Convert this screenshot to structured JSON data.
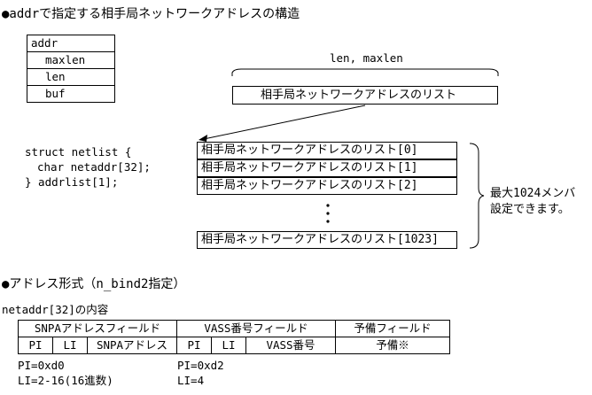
{
  "section1": {
    "title": "●addrで指定する相手局ネットワークアドレスの構造",
    "addr_struct": [
      "addr",
      "maxlen",
      "len",
      "buf"
    ],
    "len_label": "len, maxlen",
    "list_label": "相手局ネットワークアドレスのリスト",
    "code": [
      "struct netlist {",
      "char netaddr[32];",
      "} addrlist[1];"
    ],
    "entries": [
      "相手局ネットワークアドレスのリスト[0]",
      "相手局ネットワークアドレスのリスト[1]",
      "相手局ネットワークアドレスのリスト[2]"
    ],
    "last_entry": "相手局ネットワークアドレスのリスト[1023]",
    "note": [
      "最大1024メンバ",
      "設定できます。"
    ]
  },
  "section2": {
    "title": "●アドレス形式（n_bind2指定）",
    "subtitle": "netaddr[32]の内容",
    "header_row": [
      "SNPAアドレスフィールド",
      "VASS番号フィールド",
      "予備フィールド"
    ],
    "sub_row": [
      "PI",
      "LI",
      "SNPAアドレス",
      "PI",
      "LI",
      "VASS番号",
      "予備※"
    ],
    "notes_left": [
      "PI=0xd0",
      "LI=2-16(16進数)"
    ],
    "notes_right": [
      "PI=0xd2",
      "LI=4"
    ]
  }
}
